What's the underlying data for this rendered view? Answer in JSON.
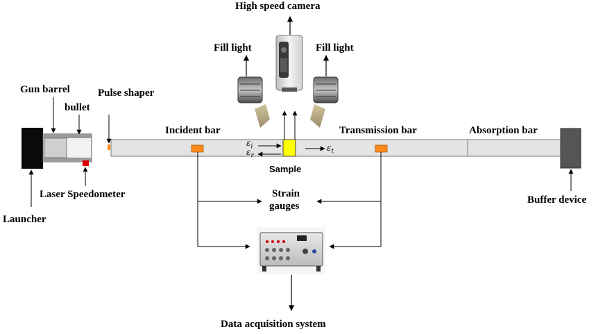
{
  "labels": {
    "high_speed_camera": "High speed camera",
    "fill_light_left": "Fill light",
    "fill_light_right": "Fill light",
    "gun_barrel": "Gun barrel",
    "bullet": "bullet",
    "pulse_shaper": "Pulse shaper",
    "incident_bar": "Incident bar",
    "transmission_bar": "Transmission bar",
    "absorption_bar": "Absorption bar",
    "sample": "Sample",
    "laser_speedometer": "Laser Speedometer",
    "launcher": "Launcher",
    "strain_gauges_line1": "Strain",
    "strain_gauges_line2": "gauges",
    "buffer_device": "Buffer device",
    "data_acquisition_system": "Data acquisition system"
  },
  "strain_symbols": {
    "symbol": "ε",
    "incident_subscript": "i",
    "reflected_subscript": "r",
    "transmitted_subscript": "t"
  },
  "colors": {
    "bar_fill": "#e4e4e4",
    "bar_stroke": "#777777",
    "gauge_orange": "#ff8a1e",
    "sample_yellow": "#ffff00",
    "launcher_black": "#0a0a0a",
    "buffer_gray": "#555555",
    "speedometer_red": "#dd0000"
  }
}
